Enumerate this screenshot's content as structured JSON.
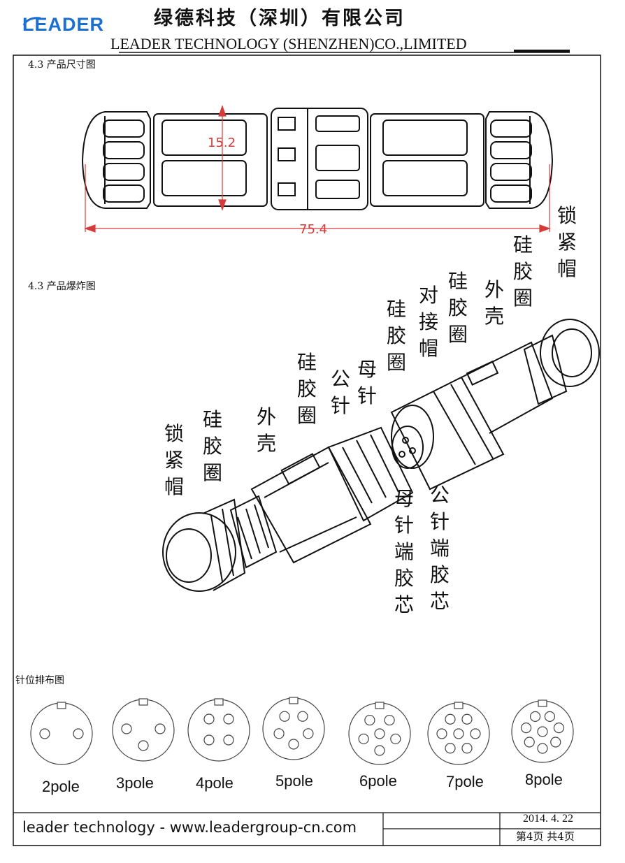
{
  "header": {
    "logo": "LEADER",
    "company_cn": "绿德科技（深圳）有限公司",
    "company_en": "LEADER TECHNOLOGY (SHENZHEN)CO.,LIMITED"
  },
  "section_dimensions": {
    "title": "4.3 产品尺寸图",
    "height_dim": "15.2",
    "length_dim": "75.4"
  },
  "section_exploded": {
    "title": "4.3 产品爆炸图",
    "parts_left": [
      "锁紧帽",
      "硅胶圈",
      "外壳",
      "硅胶圈",
      "公针",
      "母针"
    ],
    "parts_right": [
      "硅胶圈",
      "对接帽",
      "硅胶圈",
      "外壳",
      "硅胶圈",
      "锁紧帽"
    ],
    "parts_bottom": [
      "母针端胶芯",
      "公针端胶芯"
    ]
  },
  "section_pins": {
    "title": "针位排布图",
    "poles": [
      {
        "label": "2pole",
        "count": 2
      },
      {
        "label": "3pole",
        "count": 3
      },
      {
        "label": "4pole",
        "count": 4
      },
      {
        "label": "5pole",
        "count": 5
      },
      {
        "label": "6pole",
        "count": 6
      },
      {
        "label": "7pole",
        "count": 7
      },
      {
        "label": "8pole",
        "count": 8
      }
    ]
  },
  "footer": {
    "company": "leader technology - www.leadergroup-cn.com",
    "date": "2014. 4. 22",
    "page": "第4页 共4页"
  },
  "colors": {
    "accent": "#1a6fd0",
    "dimension": "#d63b3b",
    "line": "#111111"
  }
}
